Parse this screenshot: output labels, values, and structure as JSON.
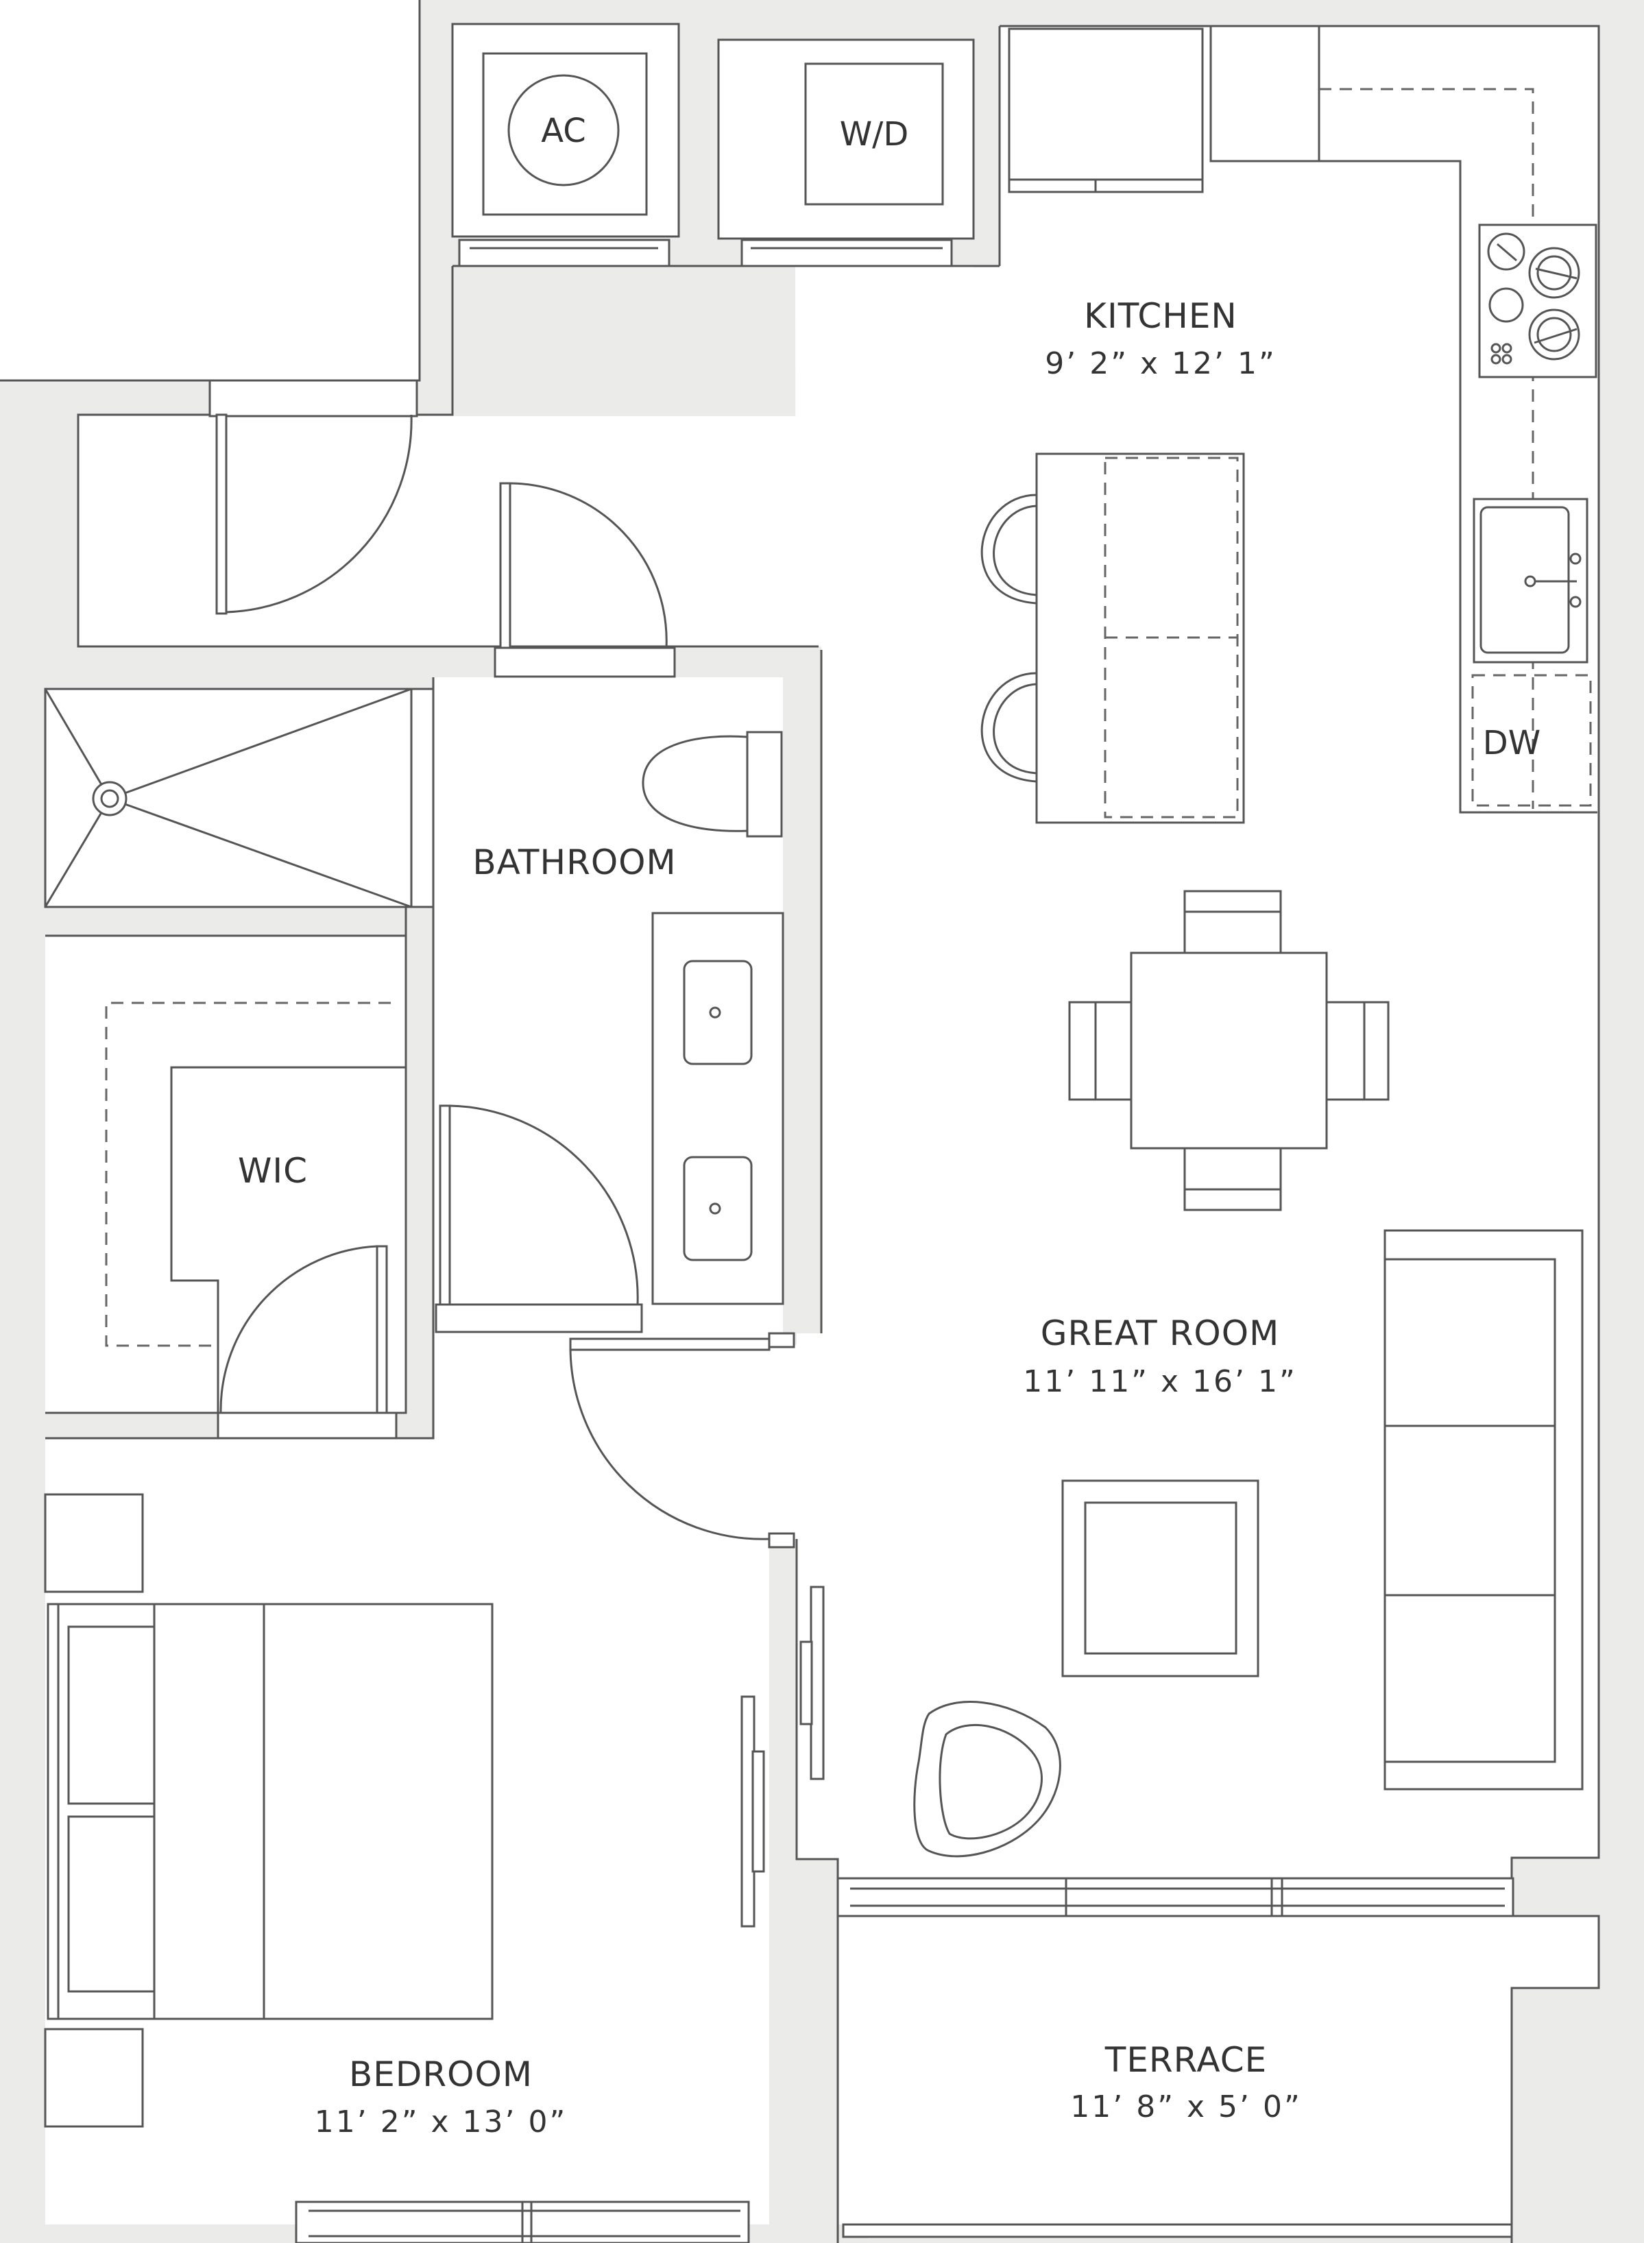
{
  "colors": {
    "wall": "#ebebea",
    "floor": "#ffffff",
    "line": "#555555",
    "text": "#333333"
  },
  "rooms": {
    "kitchen": {
      "name": "KITCHEN",
      "dims": "9’ 2” x 12’ 1”"
    },
    "bathroom": {
      "name": "BATHROOM"
    },
    "wic": {
      "name": "WIC"
    },
    "great_room": {
      "name": "GREAT ROOM",
      "dims": "11’ 11” x 16’ 1”"
    },
    "bedroom": {
      "name": "BEDROOM",
      "dims": "11’ 2” x 13’ 0”"
    },
    "terrace": {
      "name": "TERRACE",
      "dims": "11’ 8” x 5’ 0”"
    }
  },
  "fixtures": {
    "ac": "AC",
    "washer_dryer": "W/D",
    "dishwasher": "DW"
  }
}
